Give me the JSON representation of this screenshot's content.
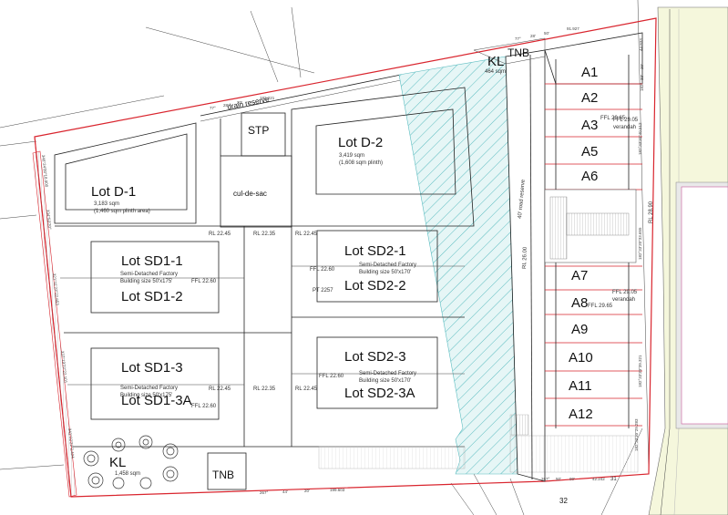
{
  "plots": {
    "lot_d1": {
      "name": "Lot D-1",
      "area": "3,183 sqm",
      "note": "(1,460 sqm plinth area)"
    },
    "lot_d2": {
      "name": "Lot D-2",
      "area": "3,419 sqm",
      "note": "(1,608 sqm plinth)"
    },
    "sd1_1": "Lot SD1-1",
    "sd1_2": "Lot SD1-2",
    "sd1_3": "Lot SD1-3",
    "sd1_3a": "Lot SD1-3A",
    "sd2_1": "Lot SD2-1",
    "sd2_2": "Lot SD2-2",
    "sd2_3": "Lot SD2-3",
    "sd2_3a": "Lot SD2-3A",
    "factory_sd1_1": [
      "Semi-Detached Factory",
      "Building size 50'x175'"
    ],
    "factory_sd2_1": [
      "Semi-Detached Factory",
      "Building size 50'x170'"
    ],
    "factory_sd1_3": [
      "Semi-Detached Factory",
      "Building size 50'x175'"
    ],
    "factory_sd2_3": [
      "Semi-Detached Factory",
      "Building size 50'x170'"
    ]
  },
  "facilities": {
    "stp": "STP",
    "cul_de_sac": "cul-de-sac",
    "kl_top": "KL",
    "kl_top_area": "464 sqm",
    "kl_bottom": "KL",
    "kl_bottom_area": "1,458 sqm",
    "tnb_top": "TNB",
    "tnb_bottom": "TNB",
    "drain_reserve": "drain reserve",
    "road_reserve": "40' road reserve",
    "verandah_1": "verandah",
    "verandah_2": "verandah"
  },
  "units": [
    "A1",
    "A2",
    "A3",
    "A5",
    "A6",
    "A7",
    "A8",
    "A9",
    "A10",
    "A11",
    "A12"
  ],
  "levels": {
    "rl_22_45_a": "RL 22.45",
    "rl_22_35_a": "RL 22.35",
    "rl_22_45_b": "RL 22.45",
    "rl_22_45_c": "RL 22.45",
    "rl_22_35_b": "RL 22.35",
    "rl_22_45_d": "RL 22.45",
    "ffl_22_60_a": "FFL 22.60",
    "ffl_22_60_b": "FFL 22.60",
    "ffl_22_60_c": "FFL 22.60",
    "ffl_22_60_d": "FFL 22.60",
    "rl_26": "RL 26.00",
    "rl_28_90": "RL 28.90",
    "ffl_29_65_a": "FFL 29.65",
    "ffl_29_05_a": "FFL 29.05",
    "ffl_29_65_b": "FFL 29.65",
    "ffl_29_05_b": "FFL 29.05",
    "pt": "PT 2257"
  },
  "bearings": {
    "top_deg": "77°",
    "top_min": "28'",
    "top_sec": "20'",
    "top_dist": "182.221",
    "tr_deg": "77°",
    "tr_min": "28'",
    "tr_sec": "50'",
    "tr_dist": "91.927",
    "bot_deg": "267°",
    "bot_min": "44'",
    "bot_sec": "20'",
    "bot_dist": "199.603",
    "br_deg": "267°",
    "br_min": "50'",
    "br_sec": "00'",
    "br_dist": "42.242",
    "br_mark": "31",
    "right_1": "182°33'20\"40.512",
    "right_2": "182°33'20\"33.655",
    "right_3": "182°33'20\"39.321",
    "right_4": "182°33'20\"29.283",
    "left_1": "346°24'00\"18.000",
    "left_2": "334°53'20\"",
    "left_3": "321°11'22\"22.653",
    "left_4": "337°19'22\"22.101",
    "left_5": "341°22'22\"2.424",
    "right_top": "44.833",
    "r_deg": "182°",
    "r_min": "33'",
    "r_sec": "20'"
  },
  "page_number": "32"
}
